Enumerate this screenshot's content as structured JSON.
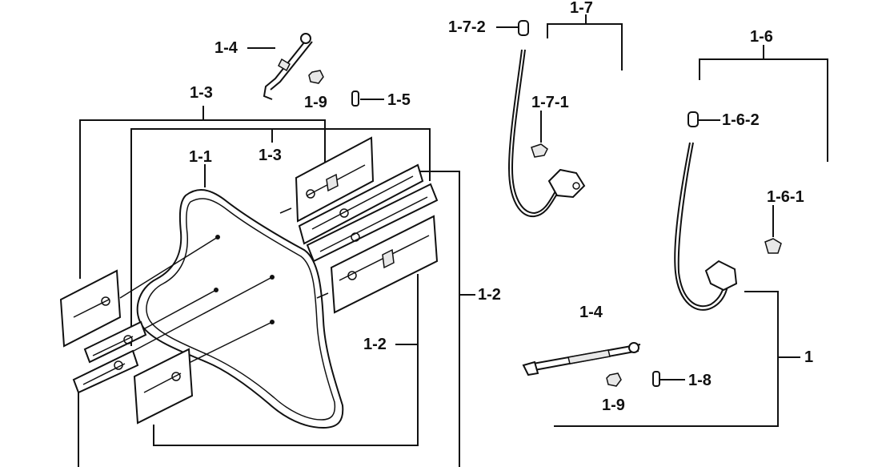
{
  "labels": {
    "l_1_7": "1-7",
    "l_1_7_2": "1-7-2",
    "l_1_7_1": "1-7-1",
    "l_1_6": "1-6",
    "l_1_6_2": "1-6-2",
    "l_1_6_1": "1-6-1",
    "l_1_4_top": "1-4",
    "l_1_9_top": "1-9",
    "l_1_5": "1-5",
    "l_1_3_outer": "1-3",
    "l_1_3_inner": "1-3",
    "l_1_1": "1-1",
    "l_1_2_right": "1-2",
    "l_1_2_inner": "1-2",
    "l_1_4_bottom": "1-4",
    "l_1_8": "1-8",
    "l_1_9_bottom": "1-9",
    "l_1": "1"
  }
}
